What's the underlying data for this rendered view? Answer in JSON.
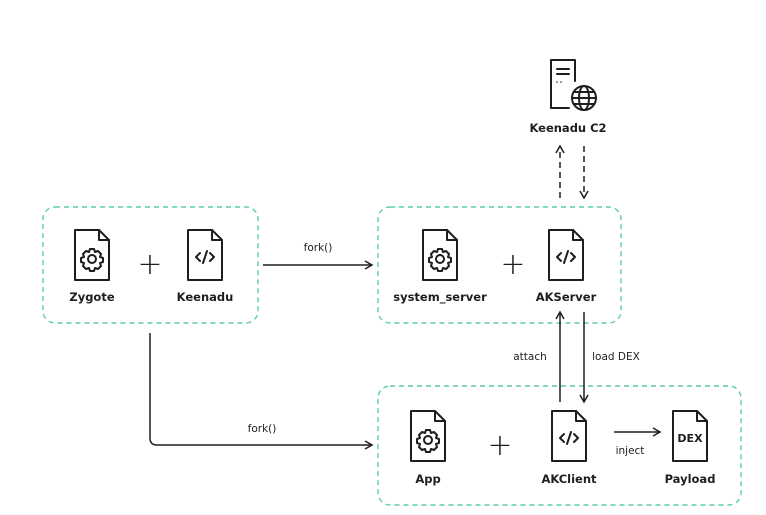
{
  "colors": {
    "group_border": "#5ccbb2",
    "ink": "#1e1e1e"
  },
  "nodes": {
    "c2": {
      "label": "Keenadu C2",
      "icon": "server-globe-icon"
    },
    "zygote": {
      "label": "Zygote",
      "icon": "file-gear-icon"
    },
    "keenadu": {
      "label": "Keenadu",
      "icon": "file-code-icon"
    },
    "system_server": {
      "label": "system_server",
      "icon": "file-gear-icon"
    },
    "akserver": {
      "label": "AKServer",
      "icon": "file-code-icon"
    },
    "app": {
      "label": "App",
      "icon": "file-gear-icon"
    },
    "akclient": {
      "label": "AKClient",
      "icon": "file-code-icon"
    },
    "payload": {
      "label": "Payload",
      "icon": "file-dex-icon",
      "badge": "DEX"
    }
  },
  "edges": {
    "fork_top": "fork()",
    "fork_bottom": "fork()",
    "attach": "attach",
    "load_dex": "load DEX",
    "inject": "inject"
  },
  "plus_sign": "+"
}
